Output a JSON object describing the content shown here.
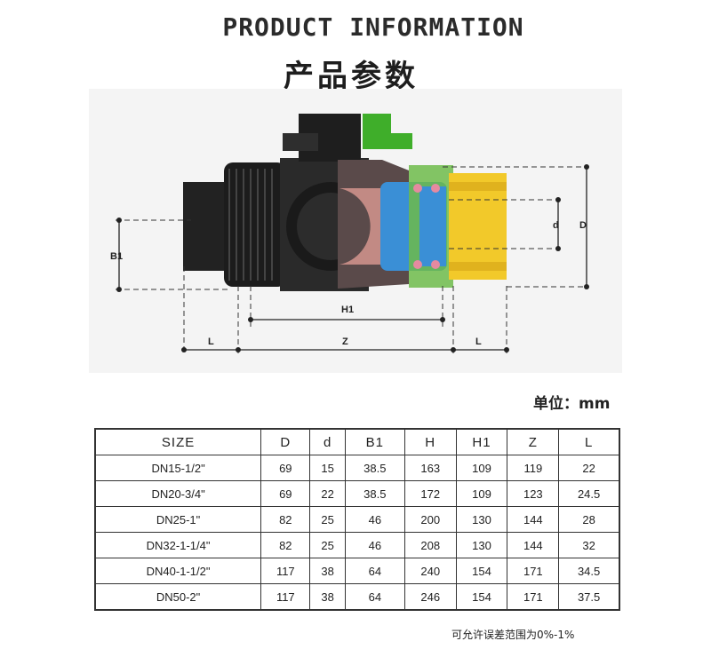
{
  "header": {
    "title_en": "PRODUCT INFORMATION",
    "title_cn": "产品参数"
  },
  "diagram": {
    "dim_labels": {
      "B1": "B1",
      "H1": "H1",
      "L_left": "L",
      "Z": "Z",
      "L_right": "L",
      "d": "d",
      "D": "D"
    }
  },
  "unit_label": "单位：mm",
  "table": {
    "headers": [
      "SIZE",
      "D",
      "d",
      "B1",
      "H",
      "H1",
      "Z",
      "L"
    ],
    "rows": [
      [
        "DN15-1/2\"",
        "69",
        "15",
        "38.5",
        "163",
        "109",
        "119",
        "22"
      ],
      [
        "DN20-3/4\"",
        "69",
        "22",
        "38.5",
        "172",
        "109",
        "123",
        "24.5"
      ],
      [
        "DN25-1\"",
        "82",
        "25",
        "46",
        "200",
        "130",
        "144",
        "28"
      ],
      [
        "DN32-1-1/4\"",
        "82",
        "25",
        "46",
        "208",
        "130",
        "144",
        "32"
      ],
      [
        "DN40-1-1/2\"",
        "117",
        "38",
        "64",
        "240",
        "154",
        "171",
        "34.5"
      ],
      [
        "DN50-2\"",
        "117",
        "38",
        "64",
        "246",
        "154",
        "171",
        "37.5"
      ]
    ]
  },
  "footnote": "可允许误差范围为0%-1%"
}
